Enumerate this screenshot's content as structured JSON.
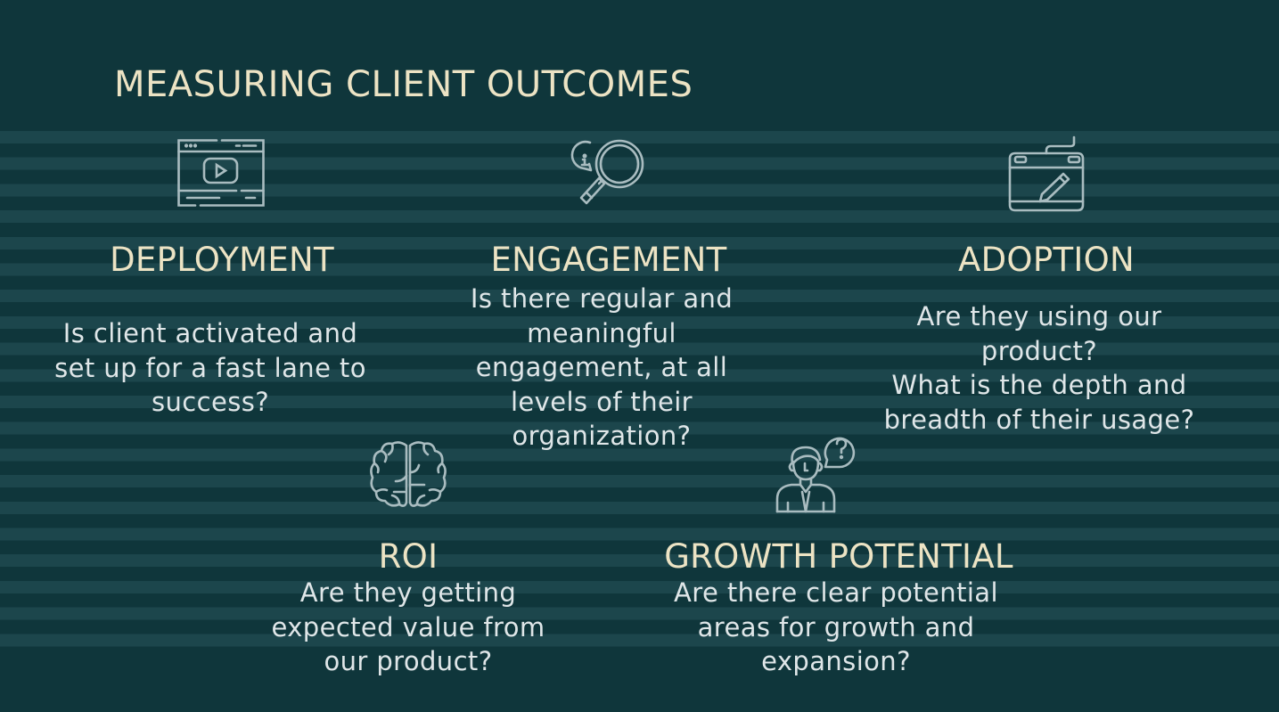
{
  "slide": {
    "title": "MEASURING CLIENT OUTCOMES",
    "colors": {
      "background": "#0f363b",
      "stripe": "#1c464c",
      "heading": "#ece3c4",
      "body": "#dfe6e8",
      "icon": "#a9bcc0"
    }
  },
  "sections": [
    {
      "id": "deployment",
      "icon": "video-player-window-icon",
      "heading": "DEPLOYMENT",
      "lines": [
        "Is client activated and",
        "set up for a fast lane to",
        "success?"
      ]
    },
    {
      "id": "engagement",
      "icon": "magnifier-info-icon",
      "heading": "ENGAGEMENT",
      "lines": [
        "Is there regular and",
        "meaningful",
        "engagement, at all",
        "levels of their",
        "organization?"
      ]
    },
    {
      "id": "adoption",
      "icon": "drawing-tablet-pen-icon",
      "heading": "ADOPTION",
      "lines": [
        "Are they using our",
        "product?",
        "What is the depth and",
        "breadth of their usage?"
      ]
    },
    {
      "id": "roi",
      "icon": "brain-icon",
      "heading": "ROI",
      "lines": [
        "Are they getting",
        "expected value from",
        "our product?"
      ]
    },
    {
      "id": "growth-potential",
      "icon": "person-question-icon",
      "heading": "GROWTH POTENTIAL",
      "lines": [
        "Are there clear potential",
        "areas for growth and",
        "expansion?"
      ]
    }
  ]
}
